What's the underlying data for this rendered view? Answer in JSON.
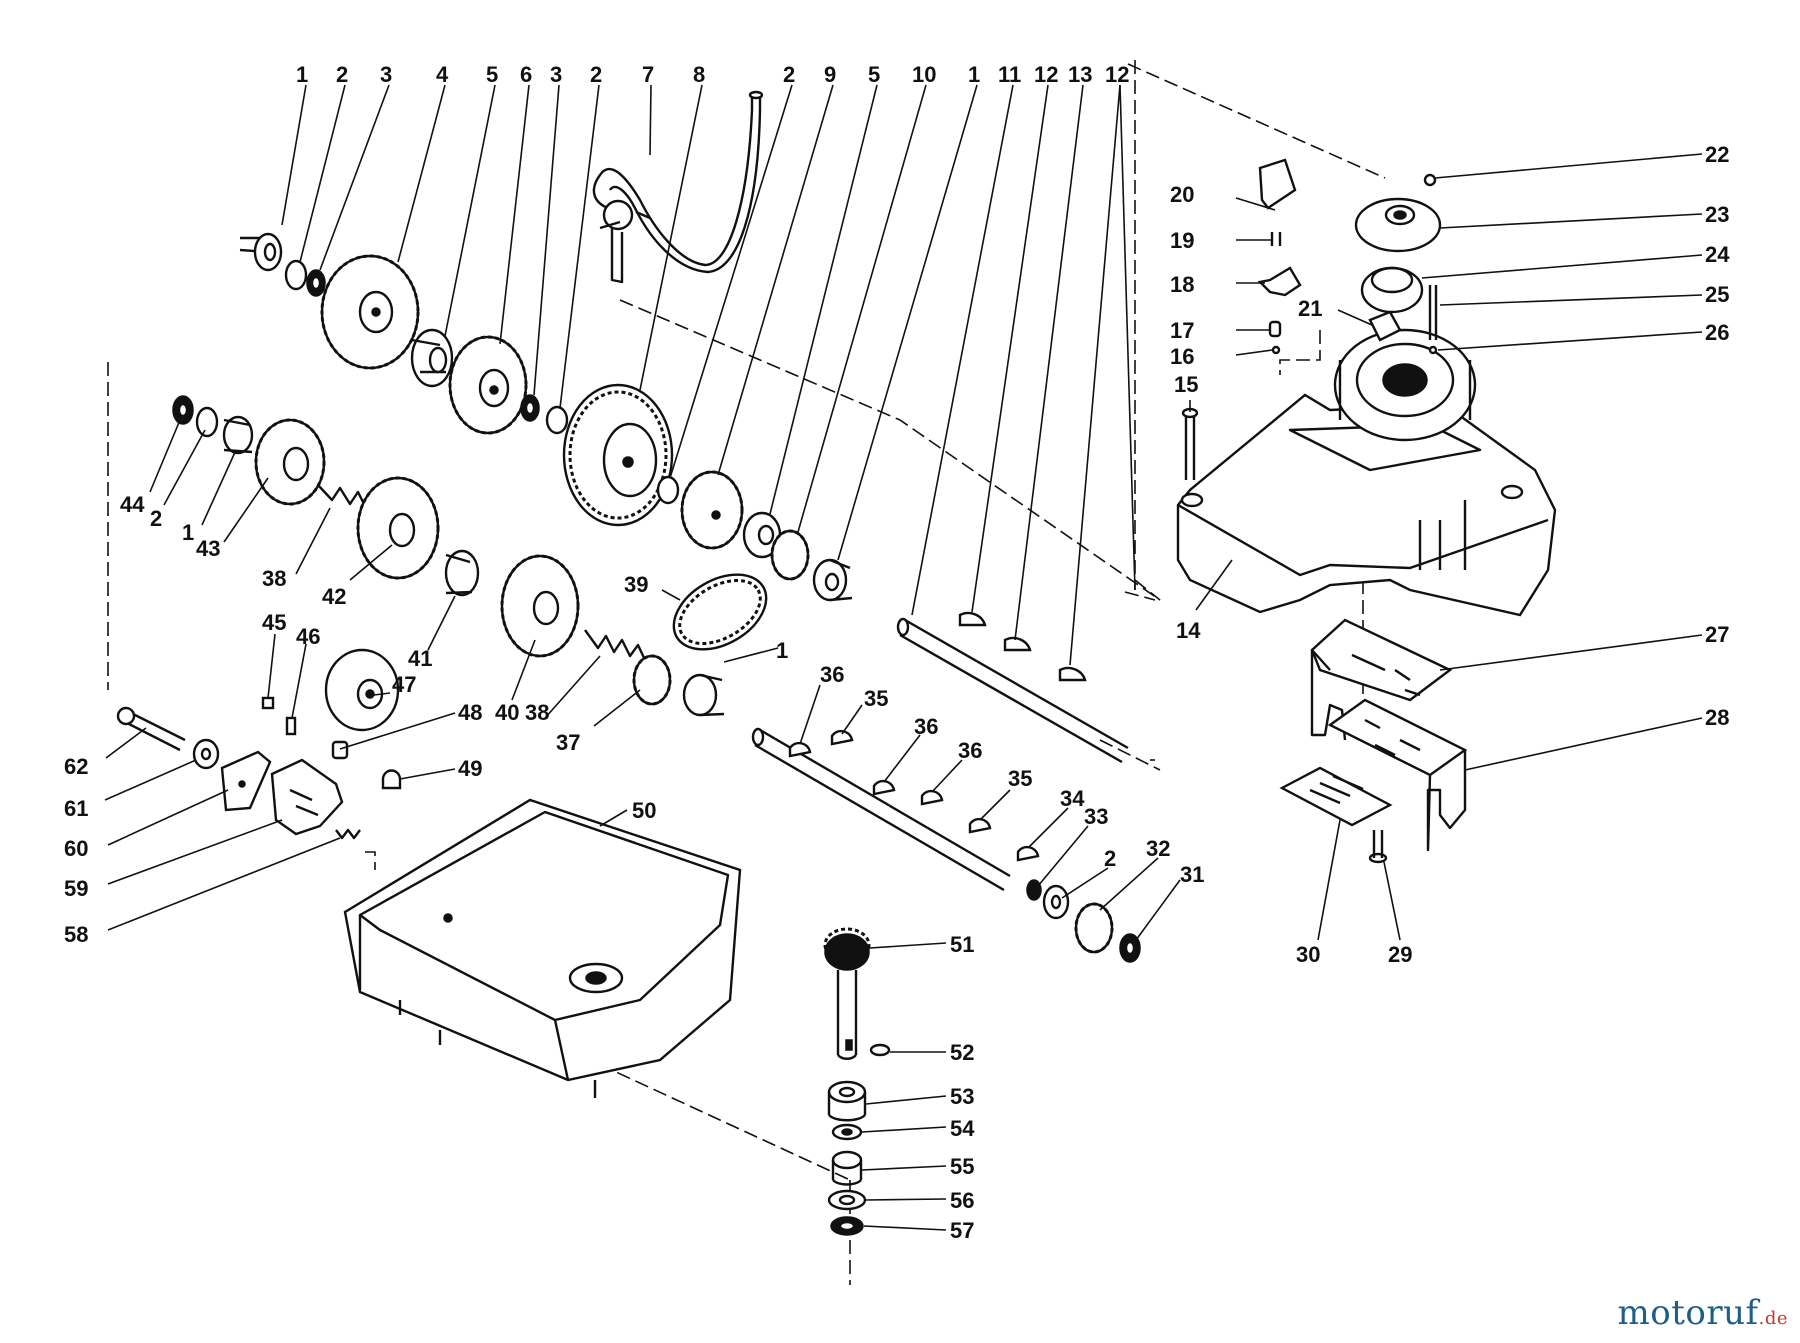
{
  "diagram": {
    "labels": {
      "t1": "1",
      "t2": "2",
      "t3": "3",
      "t4": "4",
      "t5": "5",
      "t6": "6",
      "t7": "3",
      "t8": "2",
      "t9": "7",
      "t10": "8",
      "t11": "2",
      "t12": "9",
      "t13": "5",
      "t14": "10",
      "t15": "1",
      "t16": "11",
      "t17": "12",
      "t18": "13",
      "t19": "12",
      "r22": "22",
      "r20": "20",
      "r23": "23",
      "r24": "24",
      "r19": "19",
      "r18": "18",
      "r25": "25",
      "r21": "21",
      "r17": "17",
      "r26": "26",
      "r16": "16",
      "r15": "15",
      "r14": "14",
      "r27": "27",
      "r28": "28",
      "r30": "30",
      "r29": "29",
      "l44": "44",
      "l2": "2",
      "l1": "1",
      "l43": "43",
      "l38a": "38",
      "l42": "42",
      "l41": "41",
      "l40": "40",
      "l38b": "38",
      "l39": "39",
      "l37": "37",
      "l1b": "1",
      "l45": "45",
      "l46": "46",
      "l47": "47",
      "l48": "48",
      "l49": "49",
      "l62": "62",
      "l61": "61",
      "l60": "60",
      "l59": "59",
      "l58": "58",
      "l50": "50",
      "m36a": "36",
      "m35a": "35",
      "m36b": "36",
      "m36c": "36",
      "m35b": "35",
      "m34": "34",
      "m33": "33",
      "m2": "2",
      "m32": "32",
      "m31": "31",
      "b51": "51",
      "b52": "52",
      "b53": "53",
      "b54": "54",
      "b55": "55",
      "b56": "56",
      "b57": "57"
    }
  },
  "watermark": {
    "brand": "motoruf",
    "tld": ".de"
  }
}
